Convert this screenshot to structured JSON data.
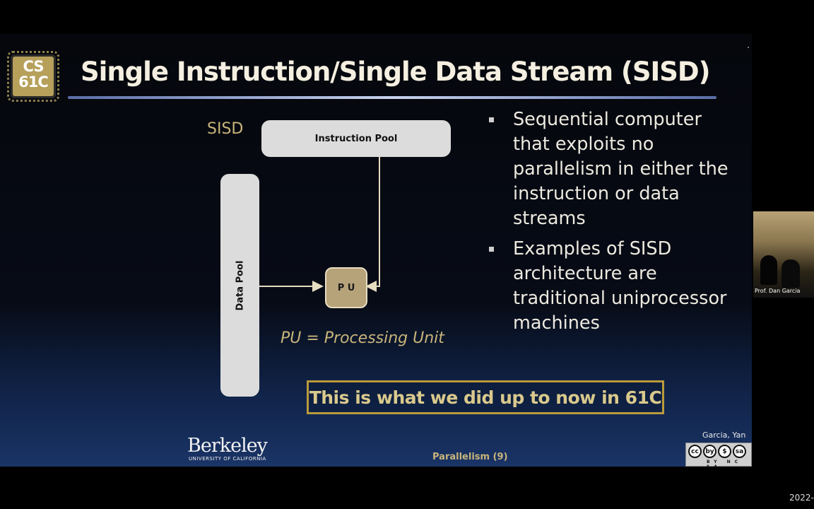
{
  "logo": {
    "text": "CS\n61C"
  },
  "slide": {
    "title": "Single Instruction/Single Data Stream (SISD)",
    "diagram": {
      "label": "SISD",
      "instruction_pool": "Instruction Pool",
      "data_pool": "Data Pool",
      "pu": "P U",
      "caption": "PU = Processing Unit"
    },
    "bullets": [
      "Sequential computer that exploits no parallelism in either the instruction or data streams",
      "Examples of SISD architecture are traditional uniprocessor machines"
    ],
    "callout": "This is what we did up to now in 61C",
    "footer": {
      "university": "Berkeley",
      "university_sub": "UNIVERSITY OF CALIFORNIA",
      "center": "Parallelism (9)",
      "authors": "Garcia, Yan",
      "license_icons": [
        "cc",
        "by",
        "$",
        "sa"
      ],
      "license_labels": "BY NC SA"
    }
  },
  "webcam": {
    "caption": "Prof. Dan Garcia"
  },
  "date_stamp": "2022-"
}
